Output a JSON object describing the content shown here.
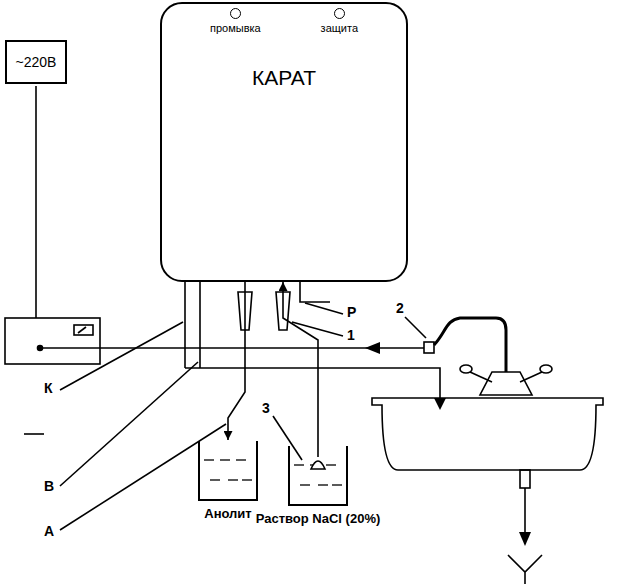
{
  "diagram": {
    "nodes": [
      {
        "text": [
          "~220В"
        ]
      },
      {
        "text": [
          "промывка",
          "защита",
          "КАРАТ"
        ]
      },
      {
        "text": [
          "Анолит"
        ]
      },
      {
        "text": [
          "Раствор NaCl (20%)"
        ]
      }
    ],
    "edges": [
      {
        "from": 1,
        "to": 2,
        "arrow": "to"
      },
      {
        "from": 3,
        "to": 1,
        "arrow": "to"
      }
    ],
    "labels": [
      "К",
      "В",
      "А",
      "Р",
      "1",
      "2",
      "3"
    ]
  }
}
